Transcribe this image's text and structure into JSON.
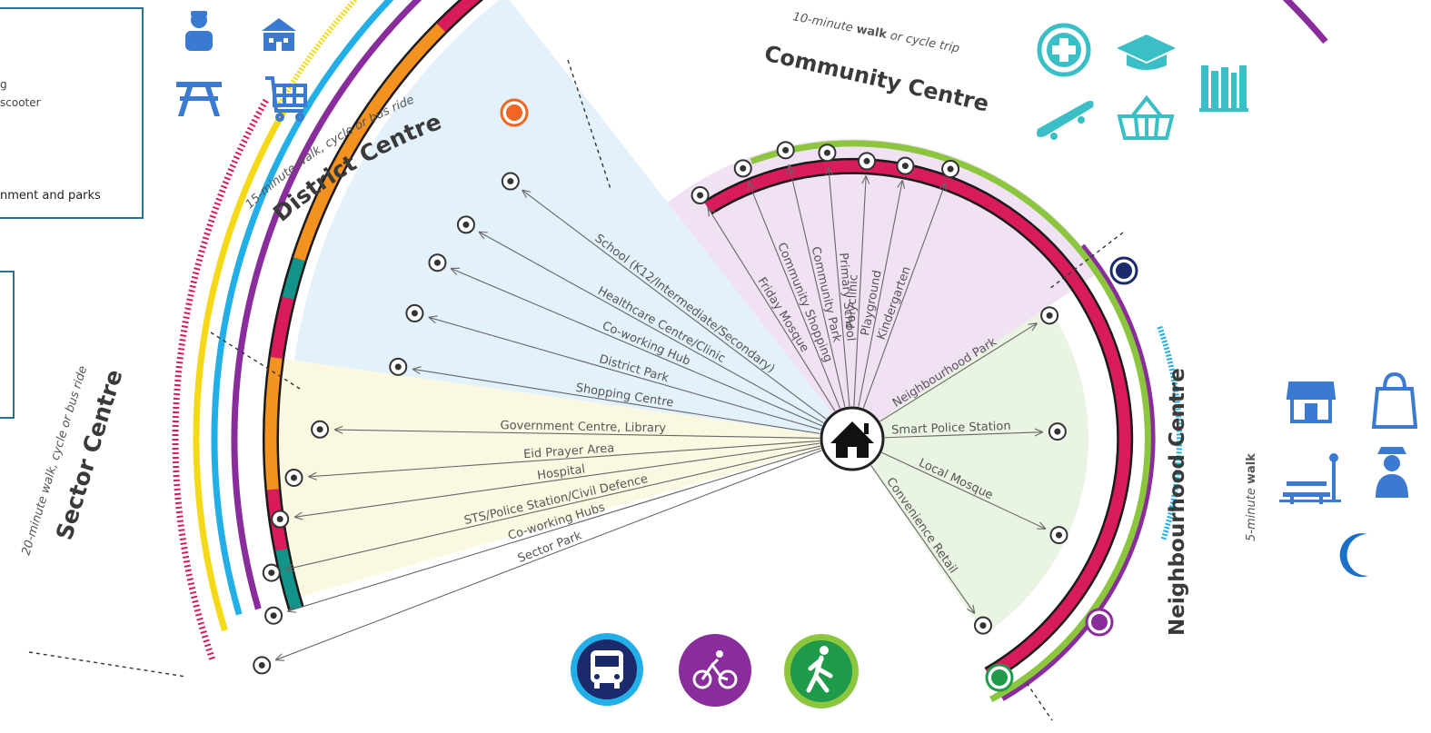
{
  "legend": {
    "line1": "g",
    "line2": "scooter",
    "line3": "nment and parks"
  },
  "centres": {
    "district": {
      "title": "District Centre",
      "subtitle": "15-minute walk, cycle or bus ride"
    },
    "community": {
      "title": "Community Centre",
      "subtitle_pre": "10-minute ",
      "subtitle_bold": "walk",
      "subtitle_post": " or cycle trip"
    },
    "sector": {
      "title": "Sector Centre",
      "subtitle": "20-minute walk, cycle or bus ride"
    },
    "neighbourhood": {
      "title": "Neighbourhood Centre",
      "subtitle_pre": "5-minute ",
      "subtitle_bold": "walk"
    }
  },
  "destinations": {
    "community": [
      "Friday Mosque",
      "Community Shopping",
      "Community Park",
      "Primary School",
      "Polyclinic",
      "Playground",
      "Kindergarten"
    ],
    "district": [
      "School (K12/Intermediate/Secondary)",
      "Healthcare Centre/Clinic",
      "Co-working Hub",
      "District Park",
      "Shopping Centre"
    ],
    "sector": [
      "Government Centre, Library",
      "Eid Prayer Area",
      "Hospital",
      "STS/Police Station/Civil Defence",
      "Co-working Hubs",
      "Sector Park"
    ],
    "neighbourhood": [
      "Neighbourhood Park",
      "Smart Police Station",
      "Local Mosque",
      "Convenience Retail"
    ]
  },
  "modes": [
    "bus-icon",
    "bicycle-icon",
    "walking-icon"
  ],
  "colors": {
    "yellow": "#f5d816",
    "cyan": "#22aee6",
    "purple": "#8a2d9c",
    "green": "#8cc63f",
    "crimson": "#d81b5a",
    "orange": "#f3921f",
    "teal": "#13938a",
    "navy": "#1b2a6a",
    "icon_blue": "#3a7ad0",
    "icon_teal": "#3bbfc7",
    "sector_bg": "#fbf8e2",
    "district_bg": "#e3f1fb",
    "community_bg": "#f1e2f3",
    "neighbourhood_bg": "#e9f4e3"
  }
}
